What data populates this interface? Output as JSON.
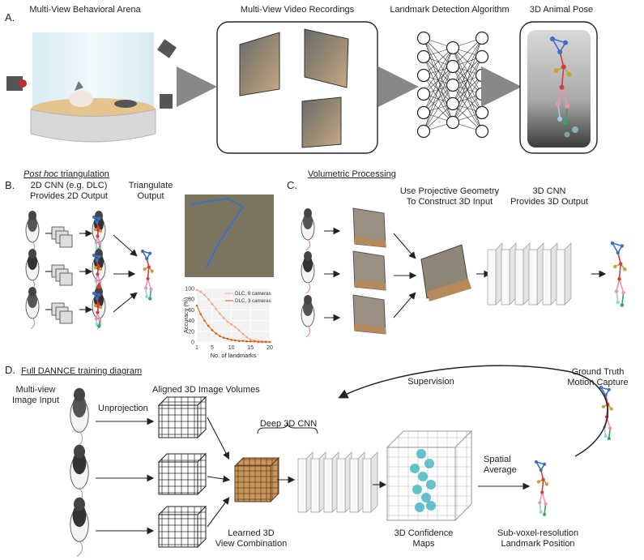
{
  "panelA": {
    "label": "A.",
    "arena_title": "Multi-View Behavioral Arena",
    "video_title": "Multi-View Video Recordings",
    "landmark_title": "Landmark Detection Algorithm",
    "pose_title": "3D Animal Pose"
  },
  "panelB": {
    "label": "B.",
    "title_italic": "Post hoc",
    "title_rest": " triangulation",
    "cnn_line1": "2D CNN (e.g. DLC)",
    "cnn_line2": "Provides 2D Output",
    "tri_line1": "Triangulate",
    "tri_line2": "Output",
    "chart": {
      "ylabel": "Accuracy (%)",
      "xlabel": "No. of landmarks",
      "legend6": "DLC, 6 cameras",
      "legend3": "DLC, 3 cameras"
    }
  },
  "panelC": {
    "label": "C.",
    "title": "Volumetric Processing",
    "proj_line1": "Use Projective Geometry",
    "proj_line2": "To Construct 3D Input",
    "cnn_line1": "3D CNN",
    "cnn_line2": "Provides 3D Output"
  },
  "panelD": {
    "label": "D.",
    "title": "Full DANNCE training diagram",
    "multiview_line1": "Multi-view",
    "multiview_line2": "Image Input",
    "aligned": "Aligned 3D Image Volumes",
    "unprojection": "Unprojection",
    "deep_cnn": "Deep 3D CNN",
    "supervision": "Supervision",
    "ground_line1": "Ground Truth",
    "ground_line2": "Motion Capture",
    "spatial_line1": "Spatial",
    "spatial_line2": "Average",
    "learned_line1": "Learned 3D",
    "learned_line2": "View Combination",
    "conf_line1": "3D Confidence",
    "conf_line2": "Maps",
    "subvox_line1": "Sub-voxel-resolution",
    "subvox_line2": "Landmark Position"
  },
  "chart_data": {
    "type": "line",
    "xlabel": "No. of landmarks",
    "ylabel": "Accuracy (%)",
    "xlim": [
      1,
      20
    ],
    "ylim": [
      0,
      100
    ],
    "xticks": [
      1,
      5,
      10,
      15,
      20
    ],
    "yticks": [
      0,
      20,
      40,
      60,
      80,
      100
    ],
    "legend_position": "top-right",
    "grid": true,
    "series": [
      {
        "name": "DLC, 6 cameras",
        "color": "#f4a582",
        "x": [
          1,
          2,
          3,
          4,
          5,
          6,
          7,
          8,
          9,
          10,
          11,
          12,
          13,
          14,
          15,
          16,
          17,
          18,
          19,
          20
        ],
        "y": [
          97,
          94,
          88,
          80,
          71,
          62,
          53,
          45,
          38,
          33,
          28,
          22,
          15,
          9,
          5,
          3,
          2,
          1,
          1,
          0
        ]
      },
      {
        "name": "DLC, 3 cameras",
        "color": "#d95f0e",
        "x": [
          1,
          2,
          3,
          4,
          5,
          6,
          7,
          8,
          9,
          10,
          11,
          12,
          13,
          14,
          15,
          16,
          17,
          18,
          19,
          20
        ],
        "y": [
          68,
          52,
          40,
          30,
          22,
          16,
          11,
          8,
          6,
          4,
          3,
          2,
          2,
          1,
          1,
          1,
          0,
          0,
          0,
          0
        ]
      }
    ]
  },
  "colors": {
    "accent_blue": "#3d6fc4",
    "accent_red": "#d43c3c",
    "accent_gold": "#c6a03a",
    "accent_green": "#3aa55c",
    "arrow_gray": "#888888"
  }
}
